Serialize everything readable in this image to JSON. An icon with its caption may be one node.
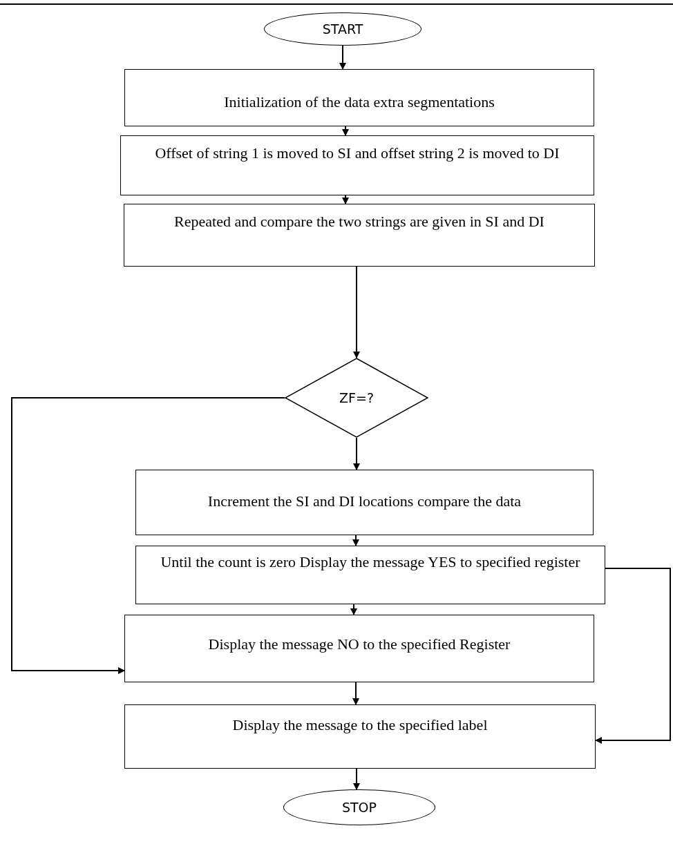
{
  "diagram": {
    "nodes": [
      {
        "text": [
          "START"
        ]
      },
      {
        "text": [
          "Initialization of the data extra segmentations"
        ]
      },
      {
        "text": [
          "Offset of string 1 is moved to SI and offset string 2 is moved to DI"
        ]
      },
      {
        "text": [
          "Repeated and compare the two strings are given in SI and DI"
        ]
      },
      {
        "text": [
          "ZF=?"
        ]
      },
      {
        "text": [
          "Increment the SI and DI locations compare the data"
        ]
      },
      {
        "text": [
          "Until the count is zero Display the message YES to specified register"
        ]
      },
      {
        "text": [
          "Display the message NO to the specified Register"
        ]
      },
      {
        "text": [
          "Display the message to the specified label"
        ]
      },
      {
        "text": [
          "STOP"
        ]
      }
    ],
    "edges": [
      {
        "from": 0,
        "to": 1,
        "arrow": "to"
      },
      {
        "from": 1,
        "to": 2,
        "arrow": "to"
      },
      {
        "from": 2,
        "to": 3,
        "arrow": "to"
      },
      {
        "from": 3,
        "to": 4,
        "arrow": "to"
      },
      {
        "from": 4,
        "to": 5,
        "arrow": "to"
      },
      {
        "from": 5,
        "to": 6,
        "arrow": "to"
      },
      {
        "from": 6,
        "to": 7,
        "arrow": "to"
      },
      {
        "from": 7,
        "to": 8,
        "arrow": "to"
      },
      {
        "from": 8,
        "to": 9,
        "arrow": "to"
      },
      {
        "from": 4,
        "to": 7,
        "arrow": "to"
      },
      {
        "from": 6,
        "to": 8,
        "arrow": "to"
      }
    ]
  }
}
